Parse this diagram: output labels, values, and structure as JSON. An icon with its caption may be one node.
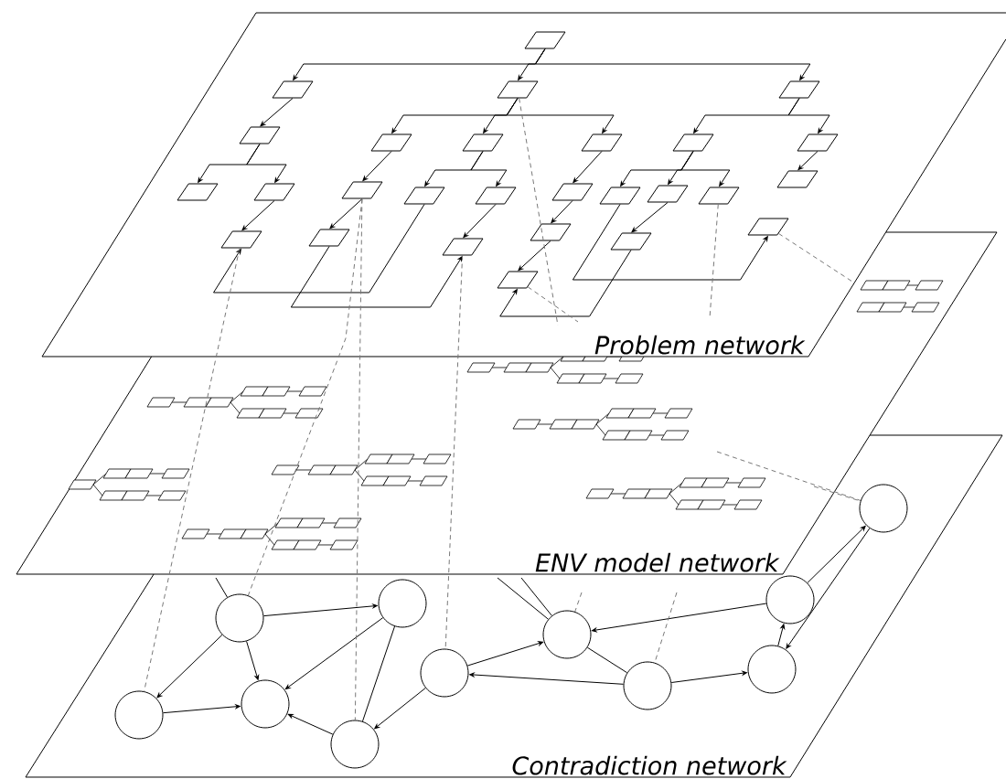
{
  "diagram": {
    "nodes": [
      {
        "text": [],
        "shape": "box"
      },
      {
        "text": [],
        "shape": "box"
      },
      {
        "text": [],
        "shape": "box"
      },
      {
        "text": [],
        "shape": "box"
      },
      {
        "text": [],
        "shape": "box"
      },
      {
        "text": [],
        "shape": "box"
      },
      {
        "text": [],
        "shape": "box"
      },
      {
        "text": [],
        "shape": "box"
      },
      {
        "text": [],
        "shape": "box"
      },
      {
        "text": [],
        "shape": "box"
      },
      {
        "text": [],
        "shape": "box"
      },
      {
        "text": [],
        "shape": "box"
      },
      {
        "text": [],
        "shape": "box"
      },
      {
        "text": [],
        "shape": "box"
      },
      {
        "text": [],
        "shape": "box"
      },
      {
        "text": [],
        "shape": "box"
      },
      {
        "text": [],
        "shape": "box"
      },
      {
        "text": [],
        "shape": "box"
      },
      {
        "text": [],
        "shape": "box"
      },
      {
        "text": [],
        "shape": "box"
      },
      {
        "text": [],
        "shape": "box"
      },
      {
        "text": [],
        "shape": "box"
      },
      {
        "text": [],
        "shape": "box"
      },
      {
        "text": [],
        "shape": "box"
      },
      {
        "text": [],
        "shape": "box"
      },
      {
        "text": [],
        "shape": "box"
      },
      {
        "text": [],
        "shape": "box"
      },
      {
        "text": [],
        "shape": "circle"
      },
      {
        "text": [],
        "shape": "circle"
      },
      {
        "text": [],
        "shape": "circle"
      },
      {
        "text": [],
        "shape": "circle"
      },
      {
        "text": [],
        "shape": "circle"
      },
      {
        "text": [],
        "shape": "circle"
      },
      {
        "text": [],
        "shape": "circle"
      },
      {
        "text": [],
        "shape": "circle"
      },
      {
        "text": [],
        "shape": "circle"
      },
      {
        "text": [],
        "shape": "circle"
      },
      {
        "text": [],
        "shape": "circle"
      }
    ],
    "edges": [
      {
        "from": 0,
        "to": 1,
        "arrow": "to"
      },
      {
        "from": 0,
        "to": 2,
        "arrow": "to"
      },
      {
        "from": 0,
        "to": 3,
        "arrow": "to"
      },
      {
        "from": 1,
        "to": 4,
        "arrow": "to"
      },
      {
        "from": 2,
        "to": 5,
        "arrow": "to"
      },
      {
        "from": 2,
        "to": 6,
        "arrow": "to"
      },
      {
        "from": 2,
        "to": 7,
        "arrow": "to"
      },
      {
        "from": 3,
        "to": 8,
        "arrow": "to"
      },
      {
        "from": 3,
        "to": 9,
        "arrow": "to"
      },
      {
        "from": 4,
        "to": 10,
        "arrow": "to"
      },
      {
        "from": 4,
        "to": 11,
        "arrow": "to"
      },
      {
        "from": 5,
        "to": 12,
        "arrow": "to"
      },
      {
        "from": 6,
        "to": 13,
        "arrow": "to"
      },
      {
        "from": 6,
        "to": 14,
        "arrow": "to"
      },
      {
        "from": 7,
        "to": 15,
        "arrow": "to"
      },
      {
        "from": 8,
        "to": 16,
        "arrow": "to"
      },
      {
        "from": 8,
        "to": 17,
        "arrow": "to"
      },
      {
        "from": 8,
        "to": 18,
        "arrow": "to"
      },
      {
        "from": 9,
        "to": 19,
        "arrow": "to"
      },
      {
        "from": 11,
        "to": 20,
        "arrow": "to"
      },
      {
        "from": 12,
        "to": 21,
        "arrow": "to"
      },
      {
        "from": 14,
        "to": 22,
        "arrow": "to"
      },
      {
        "from": 15,
        "to": 23,
        "arrow": "to"
      },
      {
        "from": 13,
        "to": 20,
        "arrow": "to"
      },
      {
        "from": 21,
        "to": 22,
        "arrow": "to"
      },
      {
        "from": 16,
        "to": 25,
        "arrow": "to"
      },
      {
        "from": 24,
        "to": 26,
        "arrow": "to"
      },
      {
        "from": 23,
        "to": 26,
        "arrow": "to"
      },
      {
        "from": 17,
        "to": 24,
        "arrow": "to"
      },
      {
        "from": 27,
        "to": 28,
        "arrow": "to"
      },
      {
        "from": 30,
        "to": 27,
        "arrow": "to"
      },
      {
        "from": 30,
        "to": 28,
        "arrow": "to"
      },
      {
        "from": 30,
        "to": 31,
        "arrow": "to"
      },
      {
        "from": 31,
        "to": 28,
        "arrow": "to"
      },
      {
        "from": 31,
        "to": 29,
        "arrow": "none"
      },
      {
        "from": 29,
        "to": 28,
        "arrow": "to"
      },
      {
        "from": 32,
        "to": 29,
        "arrow": "to"
      },
      {
        "from": 32,
        "to": 33,
        "arrow": "to"
      },
      {
        "from": 33,
        "to": 34,
        "arrow": "none"
      },
      {
        "from": 34,
        "to": 32,
        "arrow": "to"
      },
      {
        "from": 34,
        "to": 35,
        "arrow": "to"
      },
      {
        "from": 35,
        "to": 36,
        "arrow": "to"
      },
      {
        "from": 36,
        "to": 33,
        "arrow": "to"
      },
      {
        "from": 36,
        "to": 37,
        "arrow": "to"
      },
      {
        "from": 37,
        "to": 35,
        "arrow": "to"
      },
      {
        "from": null,
        "to": 30,
        "arrow": "none"
      },
      {
        "from": null,
        "to": 33,
        "arrow": "none"
      },
      {
        "from": null,
        "to": 33,
        "arrow": "none"
      },
      {
        "from": 20,
        "to": 27,
        "arrow": "none",
        "style": "dashed",
        "color": "#777777"
      },
      {
        "from": 12,
        "to": 30,
        "arrow": "none",
        "style": "dashed",
        "color": "#777777"
      },
      {
        "from": 12,
        "to": 29,
        "arrow": "none",
        "style": "dashed",
        "color": "#777777"
      },
      {
        "from": 22,
        "to": 32,
        "arrow": "none",
        "style": "dashed",
        "color": "#777777"
      },
      {
        "from": 2,
        "to": null,
        "arrow": "none",
        "style": "dashed",
        "color": "#777777"
      },
      {
        "from": null,
        "to": 33,
        "arrow": "none",
        "style": "dashed",
        "color": "#777777"
      },
      {
        "from": 18,
        "to": null,
        "arrow": "none",
        "style": "dashed",
        "color": "#777777"
      },
      {
        "from": null,
        "to": 34,
        "arrow": "none",
        "style": "dashed",
        "color": "#777777"
      },
      {
        "from": 25,
        "to": null,
        "arrow": "none",
        "style": "dashed",
        "color": "#777777"
      },
      {
        "from": null,
        "to": 37,
        "arrow": "none",
        "style": "dashed",
        "color": "#777777"
      },
      {
        "from": null,
        "to": 37,
        "arrow": "none",
        "style": "dashed",
        "color": "#777777"
      },
      {
        "from": 26,
        "to": null,
        "arrow": "none",
        "style": "dashed",
        "color": "#777777"
      }
    ],
    "labels": [
      "Problem network",
      "ENV model network",
      "Contradiction network"
    ]
  }
}
